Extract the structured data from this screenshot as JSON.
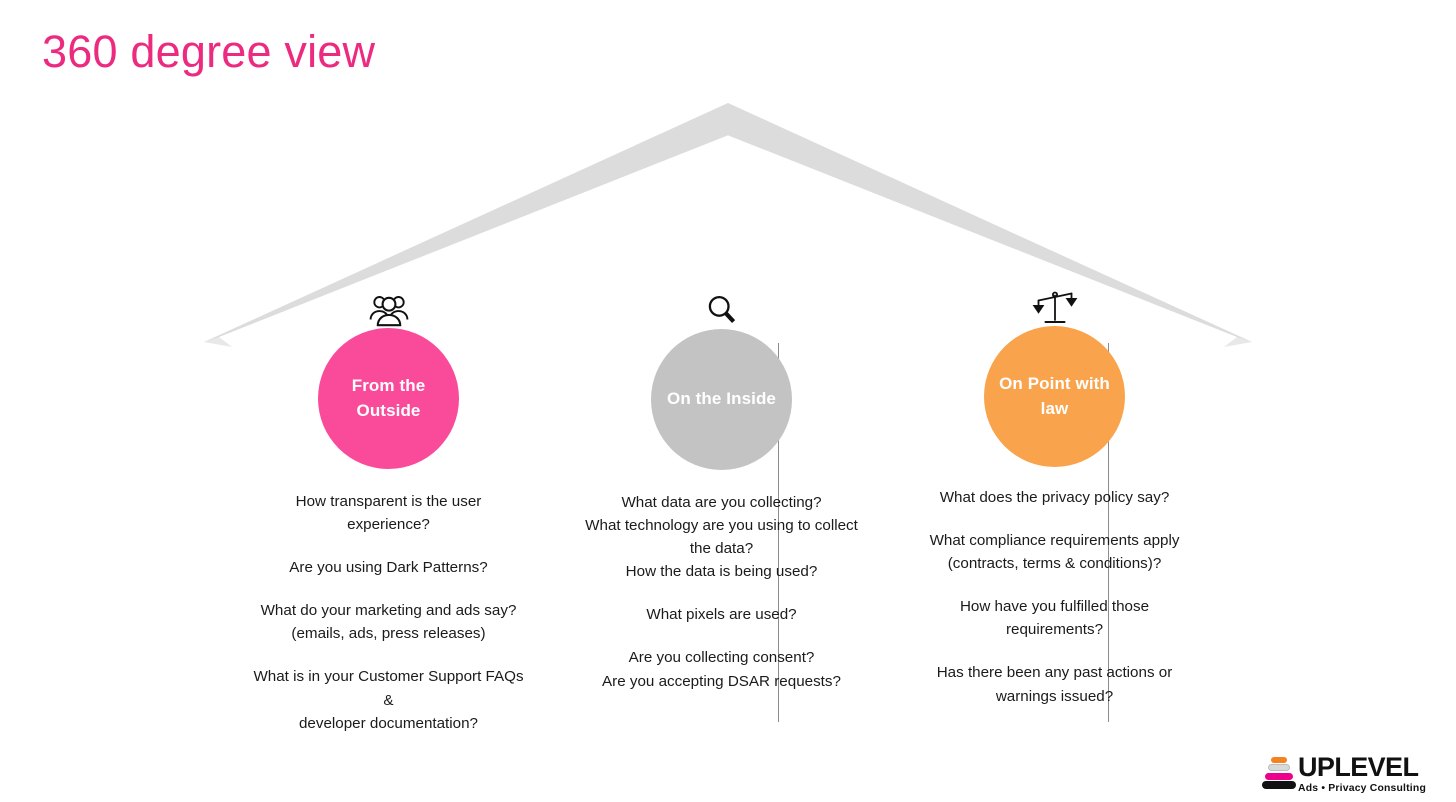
{
  "page": {
    "title": "360 degree view",
    "title_color": "#ec2a7f",
    "background_color": "#ffffff"
  },
  "roof": {
    "shape": "chevron-roof",
    "color": "#dcdcdc"
  },
  "columns": [
    {
      "id": "from-the-outside",
      "icon": "people-group-icon",
      "bubble_label": "From the\nOutside",
      "bubble_line_1": "From the",
      "bubble_line_2": "Outside",
      "bubble_color": "#fa4b9b",
      "questions": [
        [
          "How transparent is the user",
          "experience?"
        ],
        [
          "Are you using Dark Patterns?"
        ],
        [
          "What do your marketing and ads say?",
          "(emails, ads, press releases)"
        ],
        [
          "What is in your Customer Support FAQs",
          "&",
          "developer documentation?"
        ]
      ]
    },
    {
      "id": "on-the-inside",
      "icon": "magnifying-glass-icon",
      "bubble_label": "On the\nInside",
      "bubble_line_1": "On the",
      "bubble_line_2": "Inside",
      "bubble_color": "#c3c3c3",
      "questions": [
        [
          "What data are you collecting?",
          "What technology are you using to collect",
          "the data?",
          "How the data is being used?"
        ],
        [
          "What pixels are used?"
        ],
        [
          "Are you collecting consent?",
          "Are you accepting DSAR requests?"
        ]
      ]
    },
    {
      "id": "on-point-with-law",
      "icon": "balance-scales-icon",
      "bubble_label": "On Point\nwith law",
      "bubble_line_1": "On Point",
      "bubble_line_2": "with law",
      "bubble_color": "#f9a44d",
      "questions": [
        [
          "What does the privacy policy say?"
        ],
        [
          "What compliance requirements apply",
          "(contracts, terms & conditions)?"
        ],
        [
          "How have you fulfilled those",
          "requirements?"
        ],
        [
          "Has there been any past actions or",
          "warnings issued?"
        ]
      ]
    }
  ],
  "logo": {
    "wordmark": "UPLEVEL",
    "tagline": "Ads • Privacy Consulting",
    "bars": [
      "#f58220",
      "#d9d9d9",
      "#ec008c",
      "#111111"
    ]
  }
}
